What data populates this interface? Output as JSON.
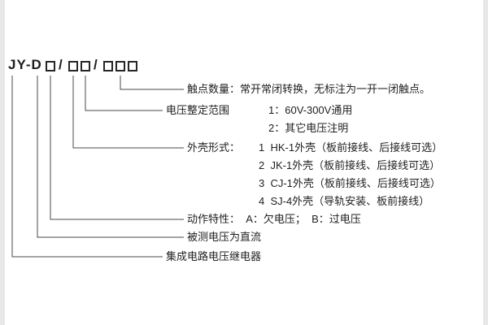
{
  "model_code": {
    "prefix": "JY-D",
    "slash1": "/",
    "slash2": "/",
    "box_group_sizes": [
      1,
      2,
      3
    ]
  },
  "callouts": {
    "contacts": "触点数量：常开常闭转换，无标注为一开一闭触点。",
    "voltage_title": "电压整定范围",
    "voltage_option1": "1：60V-300V通用",
    "voltage_option2": "2：其它电压注明",
    "shell_title": "外壳形式：",
    "shell_option1": "1  HK-1外壳（板前接线、后接线可选）",
    "shell_option2": "2  JK-1外壳（板前接线、后接线可选）",
    "shell_option3": "3  CJ-1外壳（板前接线、后接线可选）",
    "shell_option4": "4  SJ-4外壳（导轨安装、板前接线）",
    "action": "动作特性：  A：欠电压；  B：过电压",
    "dc_note": "被测电压为直流",
    "product_name": "集成电路电压继电器"
  },
  "colors": {
    "line": "#4a4a4a",
    "text": "#1f1f1f",
    "background": "#ffffff"
  }
}
